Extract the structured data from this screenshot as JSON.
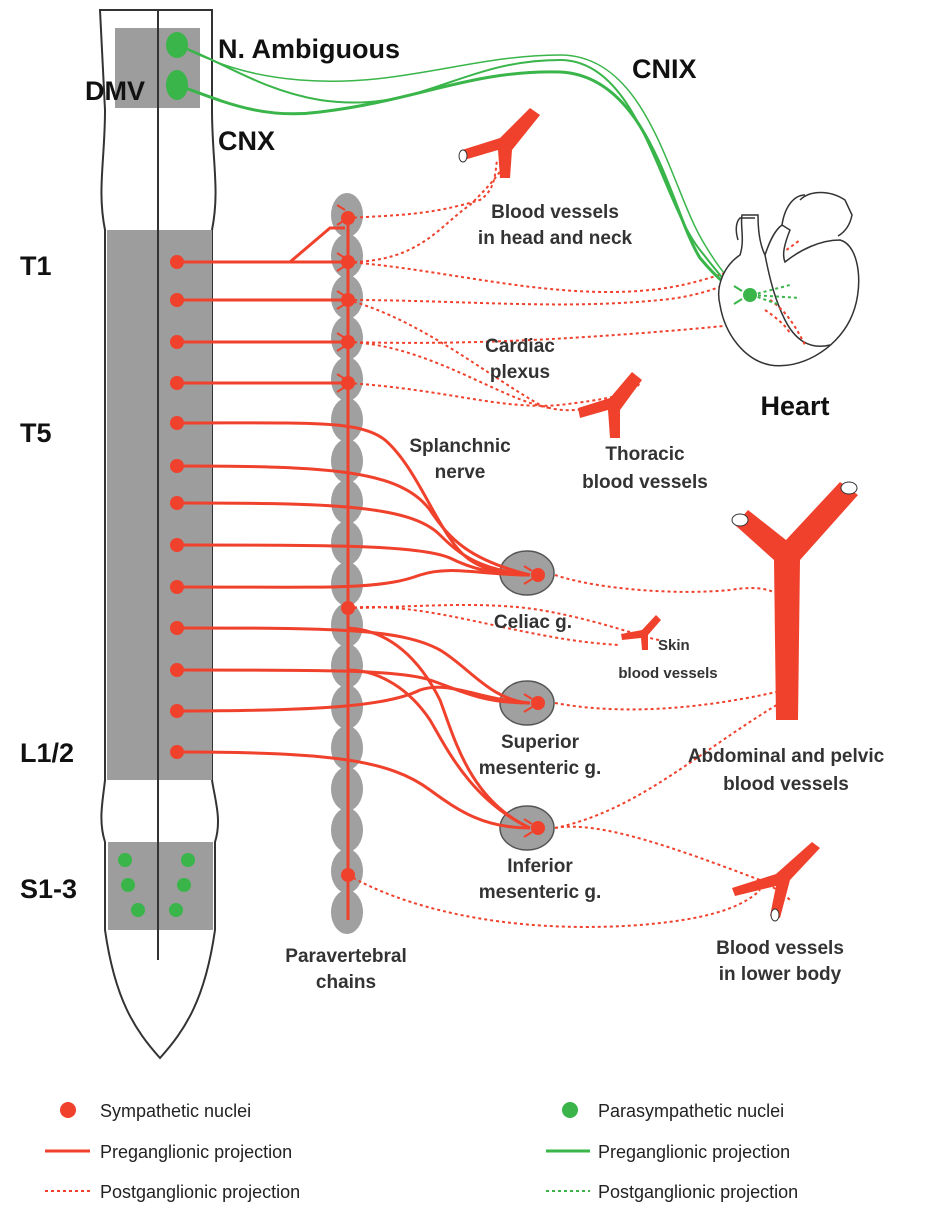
{
  "colors": {
    "sympathetic": "#f0412c",
    "parasympathetic": "#39b54a",
    "gray_matter": "#9d9d9d",
    "ganglion": "#a0a0a0",
    "outline": "#333333"
  },
  "labels": {
    "n_ambiguous": "N. Ambiguous",
    "dmv": "DMV",
    "cnx": "CNX",
    "cnix": "CNIX",
    "t1": "T1",
    "t5": "T5",
    "l12": "L1/2",
    "s13": "S1-3",
    "paravertebral": [
      "Paravertebral",
      "chains"
    ],
    "head_neck": [
      "Blood vessels",
      "in head and neck"
    ],
    "heart": "Heart",
    "cardiac_plexus": [
      "Cardiac",
      "plexus"
    ],
    "splanchnic": [
      "Splanchnic",
      "nerve"
    ],
    "thoracic": [
      "Thoracic",
      "blood vessels"
    ],
    "celiac": "Celiac g.",
    "skin": [
      "Skin",
      "blood vessels"
    ],
    "sup_mes": [
      "Superior",
      "mesenteric g."
    ],
    "abd_pelvic": [
      "Abdominal and pelvic",
      "blood vessels"
    ],
    "inf_mes": [
      "Inferior",
      "mesenteric g."
    ],
    "lower_body": [
      "Blood vessels",
      "in lower body"
    ]
  },
  "legend": {
    "sym_nuclei": "Sympathetic nuclei",
    "sym_pre": "Preganglionic projection",
    "sym_post": "Postganglionic projection",
    "para_nuclei": "Parasympathetic nuclei",
    "para_pre": "Preganglionic projection",
    "para_post": "Postganglionic projection"
  }
}
